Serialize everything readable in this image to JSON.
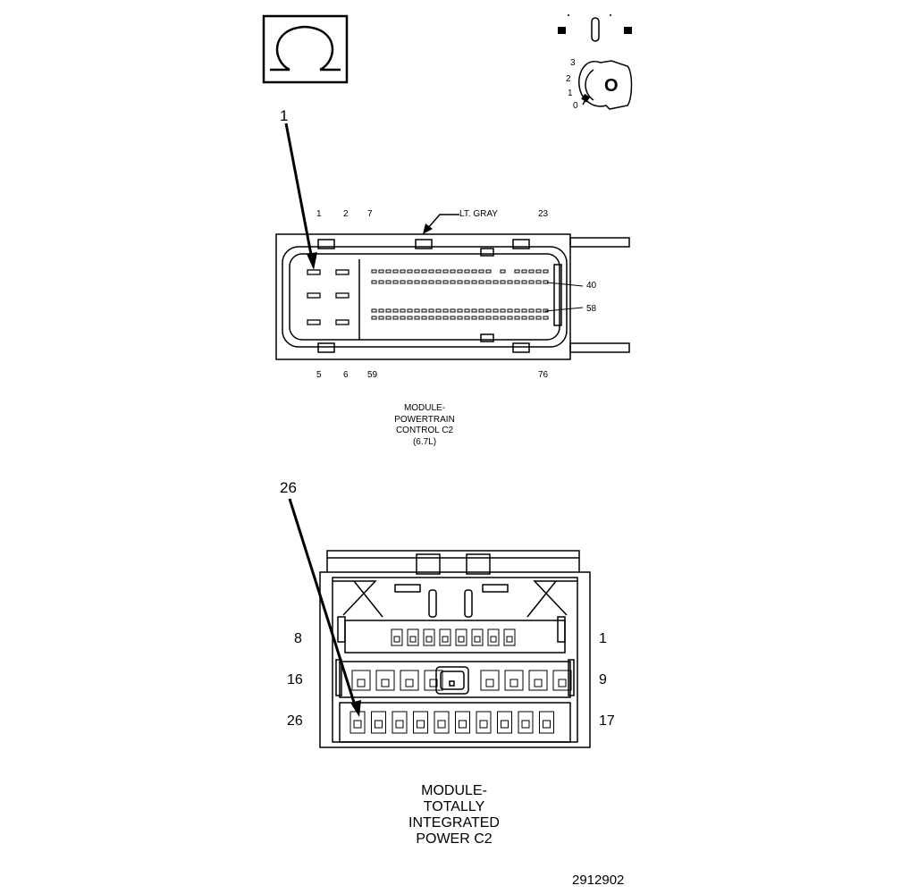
{
  "ohm_icon": {
    "symbol": "Ω"
  },
  "ignition": {
    "positions": [
      "3",
      "2",
      "1",
      "0"
    ],
    "key_label": "O"
  },
  "pcm_connector": {
    "callout": "1",
    "color_note": "LT. GRAY",
    "pins_top": [
      "1",
      "2",
      "7",
      "23"
    ],
    "pins_right": [
      "40",
      "58"
    ],
    "pins_bottom": [
      "5",
      "6",
      "59",
      "76"
    ],
    "title_lines": [
      "MODULE-",
      "POWERTRAIN",
      "CONTROL C2",
      "(6.7L)"
    ]
  },
  "tipm_connector": {
    "callout": "26",
    "pins_left": [
      "8",
      "16",
      "26"
    ],
    "pins_right": [
      "1",
      "9",
      "17"
    ],
    "title_lines": [
      "MODULE-",
      "TOTALLY",
      "INTEGRATED",
      "POWER C2"
    ]
  },
  "part_number": "2912902"
}
